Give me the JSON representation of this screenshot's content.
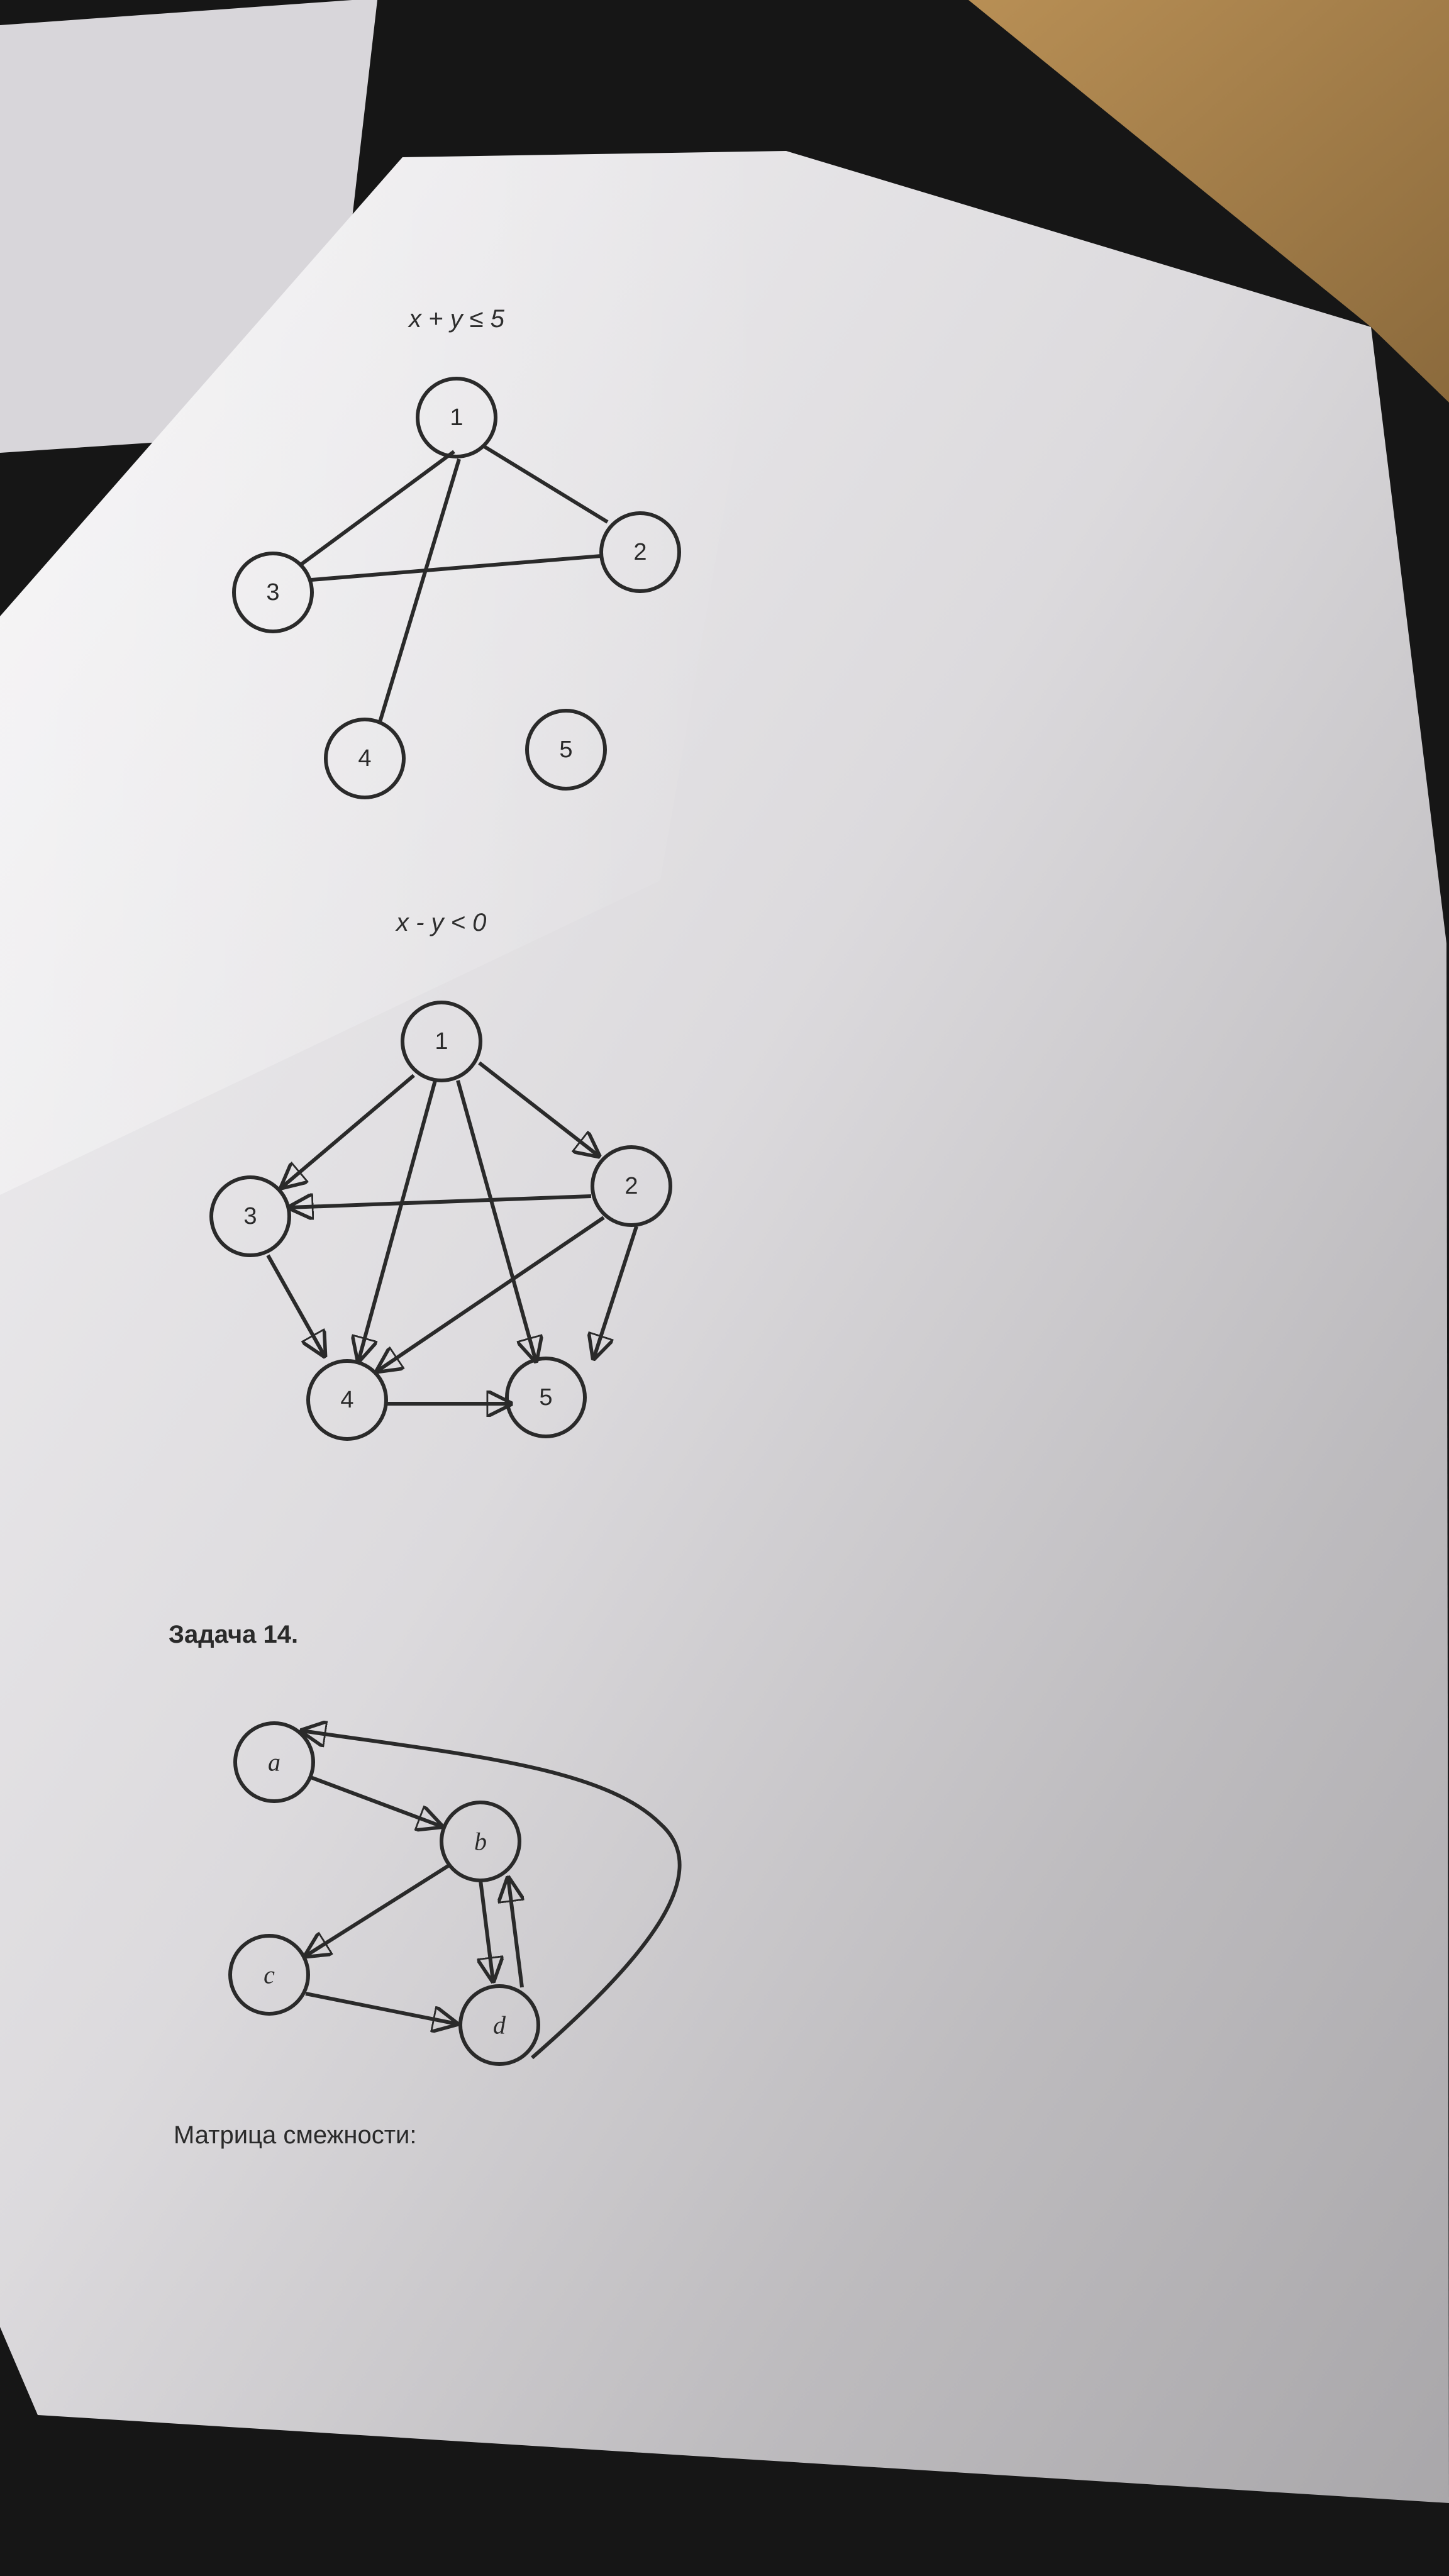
{
  "sheet": {
    "graph1": {
      "formula": "x + y ≤ 5",
      "nodes": [
        "1",
        "2",
        "3",
        "4",
        "5"
      ]
    },
    "graph2": {
      "formula": "x - y < 0",
      "nodes": [
        "1",
        "2",
        "3",
        "4",
        "5"
      ]
    },
    "task": {
      "title": "Задача 14.",
      "nodes": [
        "a",
        "b",
        "c",
        "d"
      ]
    },
    "matrix_caption": "Матрица смежности:"
  }
}
